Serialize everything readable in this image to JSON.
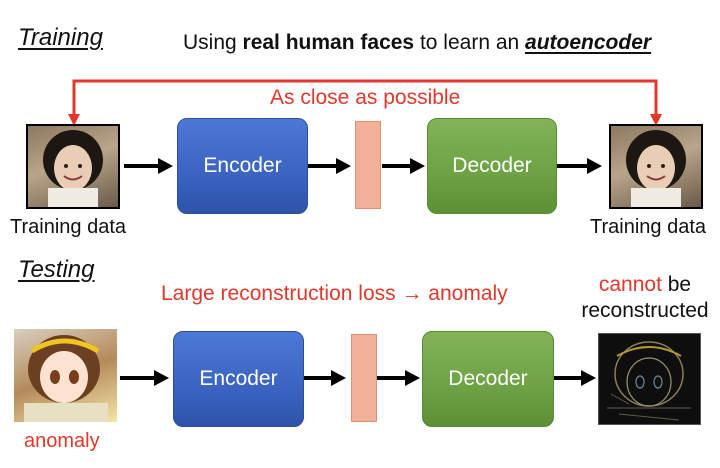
{
  "training": {
    "title": "Training",
    "subtitle_pre": "Using ",
    "subtitle_bold": "real human faces",
    "subtitle_mid": " to learn an ",
    "subtitle_italic": "autoencoder",
    "close_label": "As close as possible",
    "encoder": "Encoder",
    "decoder": "Decoder",
    "input_label": "Training data",
    "output_label": "Training data"
  },
  "testing": {
    "title": "Testing",
    "loss_label": "Large reconstruction loss → anomaly",
    "encoder": "Encoder",
    "decoder": "Decoder",
    "input_label": "anomaly",
    "out_red": "cannot",
    "out_be": " be",
    "out_line2": "reconstructed"
  },
  "colors": {
    "red": "#e2382b",
    "encoder": "#3f69c8",
    "decoder": "#71a547",
    "code": "#f2b199",
    "arrow": "#000000"
  }
}
